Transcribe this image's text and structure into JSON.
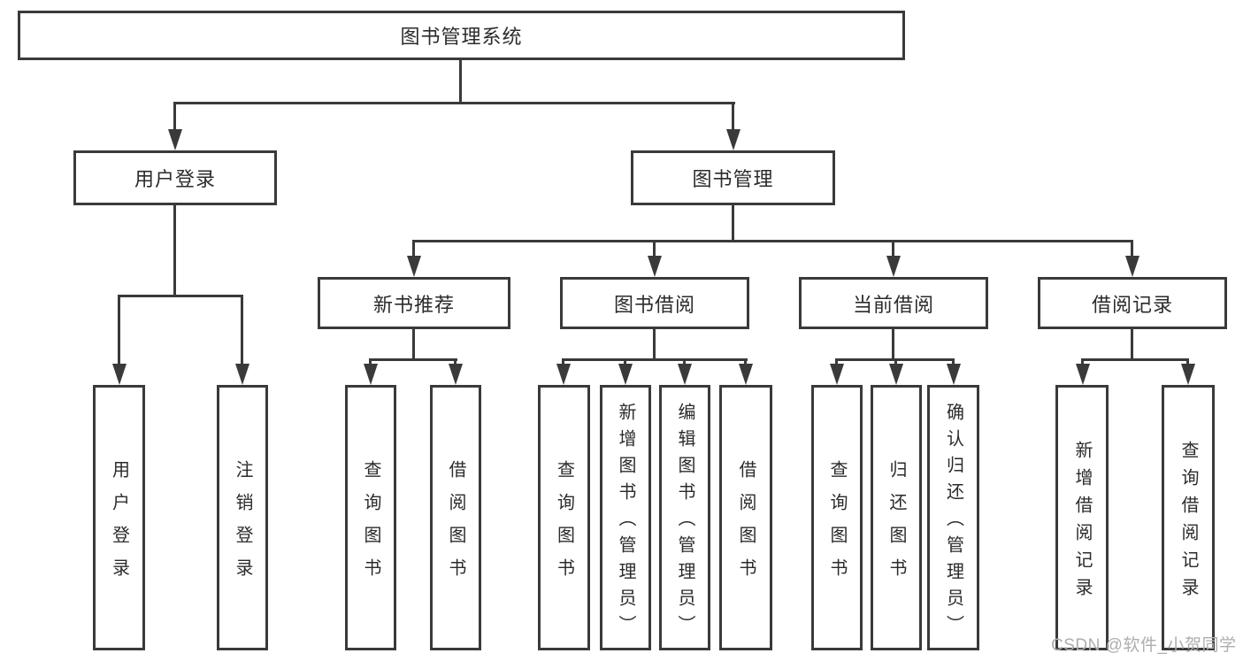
{
  "tree": {
    "root": {
      "label": "图书管理系统"
    },
    "level2": [
      {
        "label": "用户登录",
        "children": [
          {
            "label": "用户登录"
          },
          {
            "label": "注销登录"
          }
        ]
      },
      {
        "label": "图书管理",
        "children": [
          {
            "label": "新书推荐",
            "children": [
              {
                "label": "查询图书"
              },
              {
                "label": "借阅图书"
              }
            ]
          },
          {
            "label": "图书借阅",
            "children": [
              {
                "label": "查询图书"
              },
              {
                "label": "新增图书（管理员）"
              },
              {
                "label": "编辑图书（管理员）"
              },
              {
                "label": "借阅图书"
              }
            ]
          },
          {
            "label": "当前借阅",
            "children": [
              {
                "label": "查询图书"
              },
              {
                "label": "归还图书"
              },
              {
                "label": "确认归还（管理员）"
              }
            ]
          },
          {
            "label": "借阅记录",
            "children": [
              {
                "label": "新增借阅记录"
              },
              {
                "label": "查询借阅记录"
              }
            ]
          }
        ]
      }
    ]
  },
  "watermark": {
    "text": "CSDN @软件_小贺同学"
  },
  "colors": {
    "border": "#3a3a3a",
    "line": "#3a3a3a",
    "text": "#2b2b2b",
    "watermark": "#aeaeae",
    "background": "#ffffff"
  }
}
